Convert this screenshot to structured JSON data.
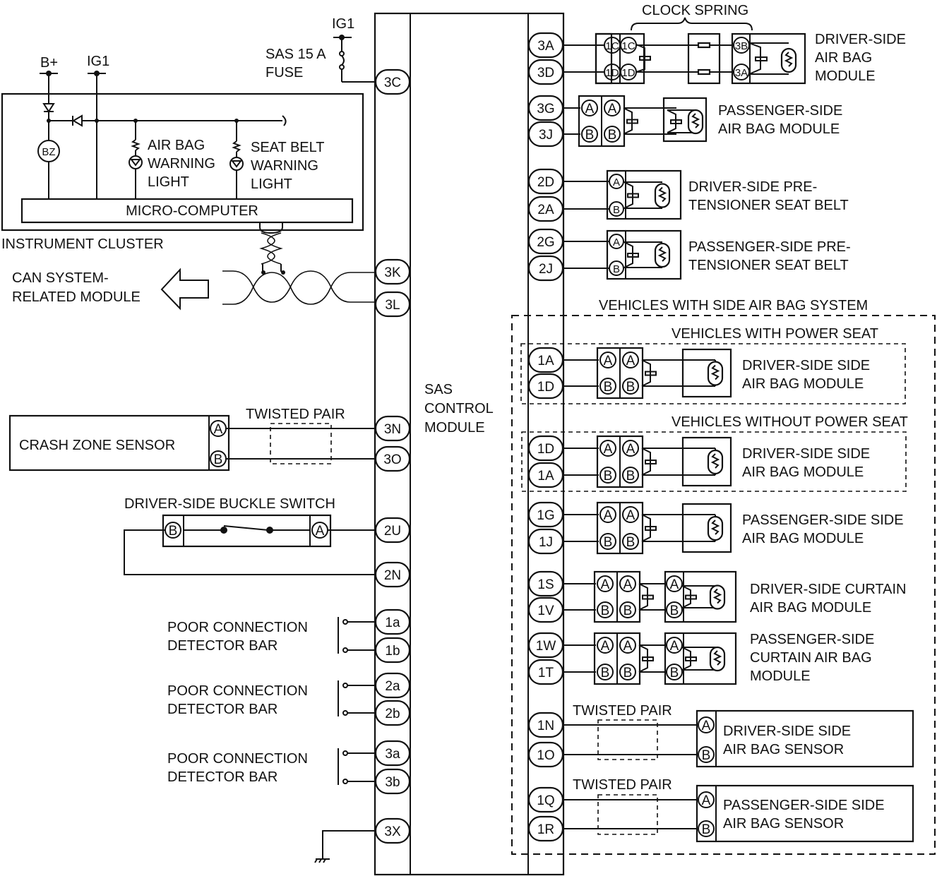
{
  "control_module": {
    "label_lines": [
      "SAS",
      "CONTROL",
      "MODULE"
    ],
    "left_pins": [
      "3C",
      "3K",
      "3L",
      "3N",
      "3O",
      "2U",
      "2N",
      "1a",
      "1b",
      "2a",
      "2b",
      "3a",
      "3b",
      "3X"
    ],
    "right_pins": [
      "3A",
      "3D",
      "3G",
      "3J",
      "2D",
      "2A",
      "2G",
      "2J",
      "1A",
      "1D",
      "1D",
      "1A",
      "1G",
      "1J",
      "1S",
      "1V",
      "1W",
      "1T",
      "1N",
      "1O",
      "1Q",
      "1R"
    ]
  },
  "power": {
    "ig1_top": "IG1",
    "fuse_lines": [
      "SAS 15 A",
      "FUSE"
    ],
    "b_plus": "B+",
    "ig1_cluster": "IG1"
  },
  "instrument_cluster": {
    "title": "INSTRUMENT CLUSTER",
    "buzzer": "BZ",
    "micro_computer": "MICRO-COMPUTER",
    "airbag_light_lines": [
      "AIR BAG",
      "WARNING",
      "LIGHT"
    ],
    "seatbelt_light_lines": [
      "SEAT BELT",
      "WARNING",
      "LIGHT"
    ]
  },
  "can": {
    "label_lines": [
      "CAN SYSTEM-",
      "RELATED MODULE"
    ]
  },
  "crash_zone_sensor": {
    "label": "CRASH ZONE SENSOR",
    "pins": [
      "A",
      "B"
    ],
    "twisted_pair": "TWISTED PAIR"
  },
  "buckle_switch": {
    "label": "DRIVER-SIDE BUCKLE SWITCH",
    "pins": [
      "B",
      "A"
    ]
  },
  "detector_bars": [
    {
      "lines": [
        "POOR CONNECTION",
        "DETECTOR BAR"
      ]
    },
    {
      "lines": [
        "POOR CONNECTION",
        "DETECTOR BAR"
      ]
    },
    {
      "lines": [
        "POOR CONNECTION",
        "DETECTOR BAR"
      ]
    }
  ],
  "clock_spring": {
    "label": "CLOCK SPRING",
    "conn_pins": [
      "1C",
      "1C",
      "1D",
      "1D"
    ],
    "module_pins": [
      "3B",
      "3A"
    ]
  },
  "modules": {
    "driver_airbag": [
      "DRIVER-SIDE",
      "AIR BAG",
      "MODULE"
    ],
    "passenger_airbag": [
      "PASSENGER-SIDE",
      "AIR BAG MODULE"
    ],
    "driver_pretensioner": [
      "DRIVER-SIDE PRE-",
      "TENSIONER SEAT BELT"
    ],
    "passenger_pretensioner": [
      "PASSENGER-SIDE PRE-",
      "TENSIONER SEAT BELT"
    ],
    "side_airbag_group": "VEHICLES WITH SIDE AIR BAG SYSTEM",
    "with_power_seat": "VEHICLES WITH POWER SEAT",
    "without_power_seat": "VEHICLES WITHOUT POWER SEAT",
    "driver_side_airbag_ps": [
      "DRIVER-SIDE SIDE",
      "AIR BAG MODULE"
    ],
    "driver_side_airbag_nps": [
      "DRIVER-SIDE SIDE",
      "AIR BAG MODULE"
    ],
    "passenger_side_airbag": [
      "PASSENGER-SIDE SIDE",
      "AIR BAG MODULE"
    ],
    "driver_curtain": [
      "DRIVER-SIDE CURTAIN",
      "AIR BAG MODULE"
    ],
    "passenger_curtain": [
      "PASSENGER-SIDE",
      "CURTAIN AIR BAG",
      "MODULE"
    ],
    "twisted_pair_1": "TWISTED PAIR",
    "twisted_pair_2": "TWISTED PAIR",
    "driver_side_sensor": [
      "DRIVER-SIDE SIDE",
      "AIR BAG SENSOR"
    ],
    "passenger_side_sensor": [
      "PASSENGER-SIDE SIDE",
      "AIR BAG SENSOR"
    ],
    "pin_a": "A",
    "pin_b": "B"
  }
}
